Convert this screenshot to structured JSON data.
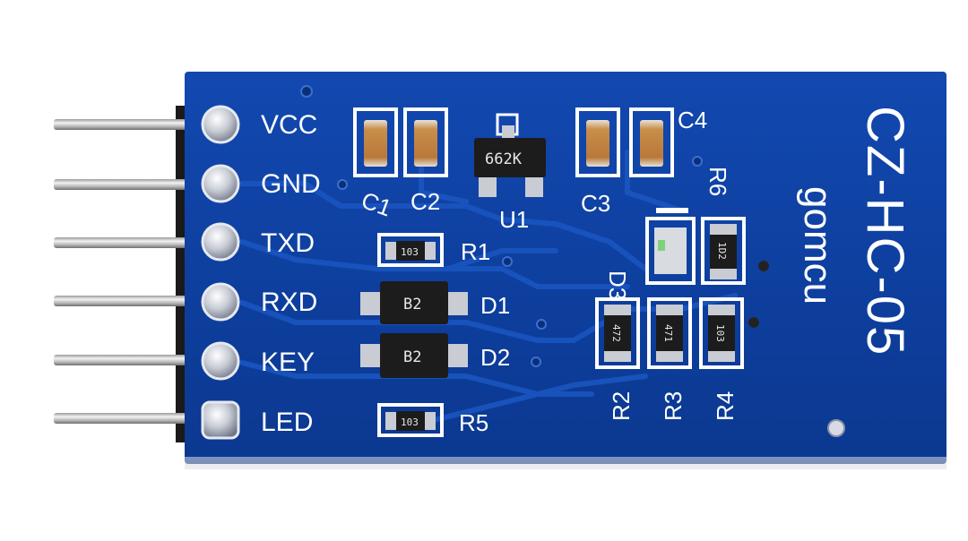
{
  "board": {
    "title": "CZ-HC-05",
    "brand": "gomcu",
    "pins": [
      "VCC",
      "GND",
      "TXD",
      "RXD",
      "KEY",
      "LED"
    ],
    "components": {
      "c1": "C1",
      "c2": "C2",
      "c3": "C3",
      "c4": "C4",
      "u1": "U1",
      "u1_marking": "662K",
      "r1": "R1",
      "r1_marking": "103",
      "r2": "R2",
      "r2_marking": "472",
      "r3": "R3",
      "r3_marking": "471",
      "r4": "R4",
      "r4_marking": "103",
      "r5": "R5",
      "r5_marking": "103",
      "r6": "R6",
      "r6_marking": "1D2",
      "d1": "D1",
      "d1_marking": "B2",
      "d2": "D2",
      "d2_marking": "B2",
      "d3": "D3"
    }
  },
  "colors": {
    "pcb_blue": "#0d3f9e",
    "pcb_edge": "#0a3385",
    "silkscreen": "#ffffff",
    "header_pin": "#b8b8b8",
    "solder_pad": "#c9ccd3"
  }
}
